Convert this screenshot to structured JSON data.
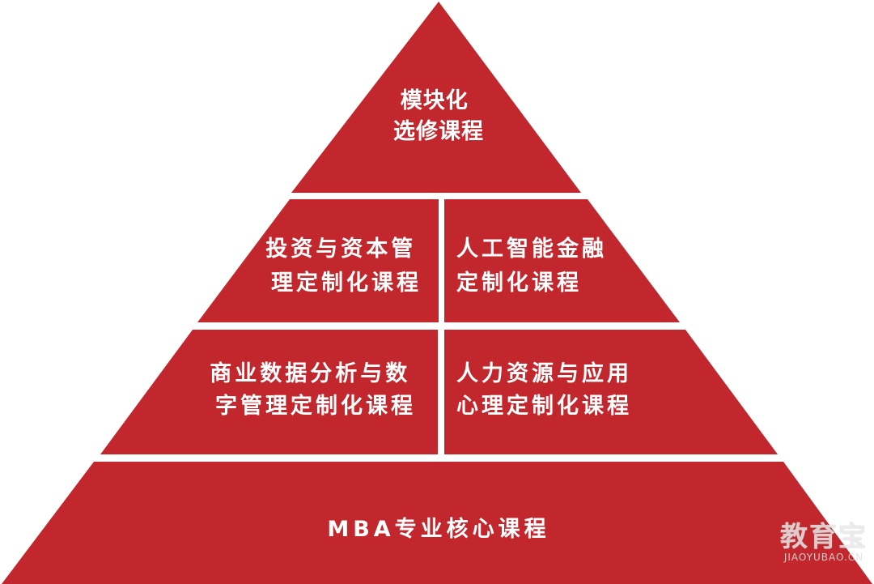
{
  "colors": {
    "segment_fill": "#c1272d",
    "text": "#ffffff",
    "background": "#ffffff"
  },
  "levels": {
    "top": {
      "lines": [
        "模块化",
        "选修课程"
      ]
    },
    "second_left": {
      "lines": [
        "投资与资本管",
        "理定制化课程"
      ]
    },
    "second_right": {
      "lines": [
        "人工智能金融",
        "定制化课程"
      ]
    },
    "third_left": {
      "lines": [
        "商业数据分析与数",
        "字管理定制化课程"
      ]
    },
    "third_right": {
      "lines": [
        "人力资源与应用",
        "心理定制化课程"
      ]
    },
    "base": {
      "lines": [
        "MBA专业核心课程"
      ]
    }
  },
  "watermark": {
    "main": "教育宝",
    "sub": "JIAOYUBAO.CN"
  }
}
